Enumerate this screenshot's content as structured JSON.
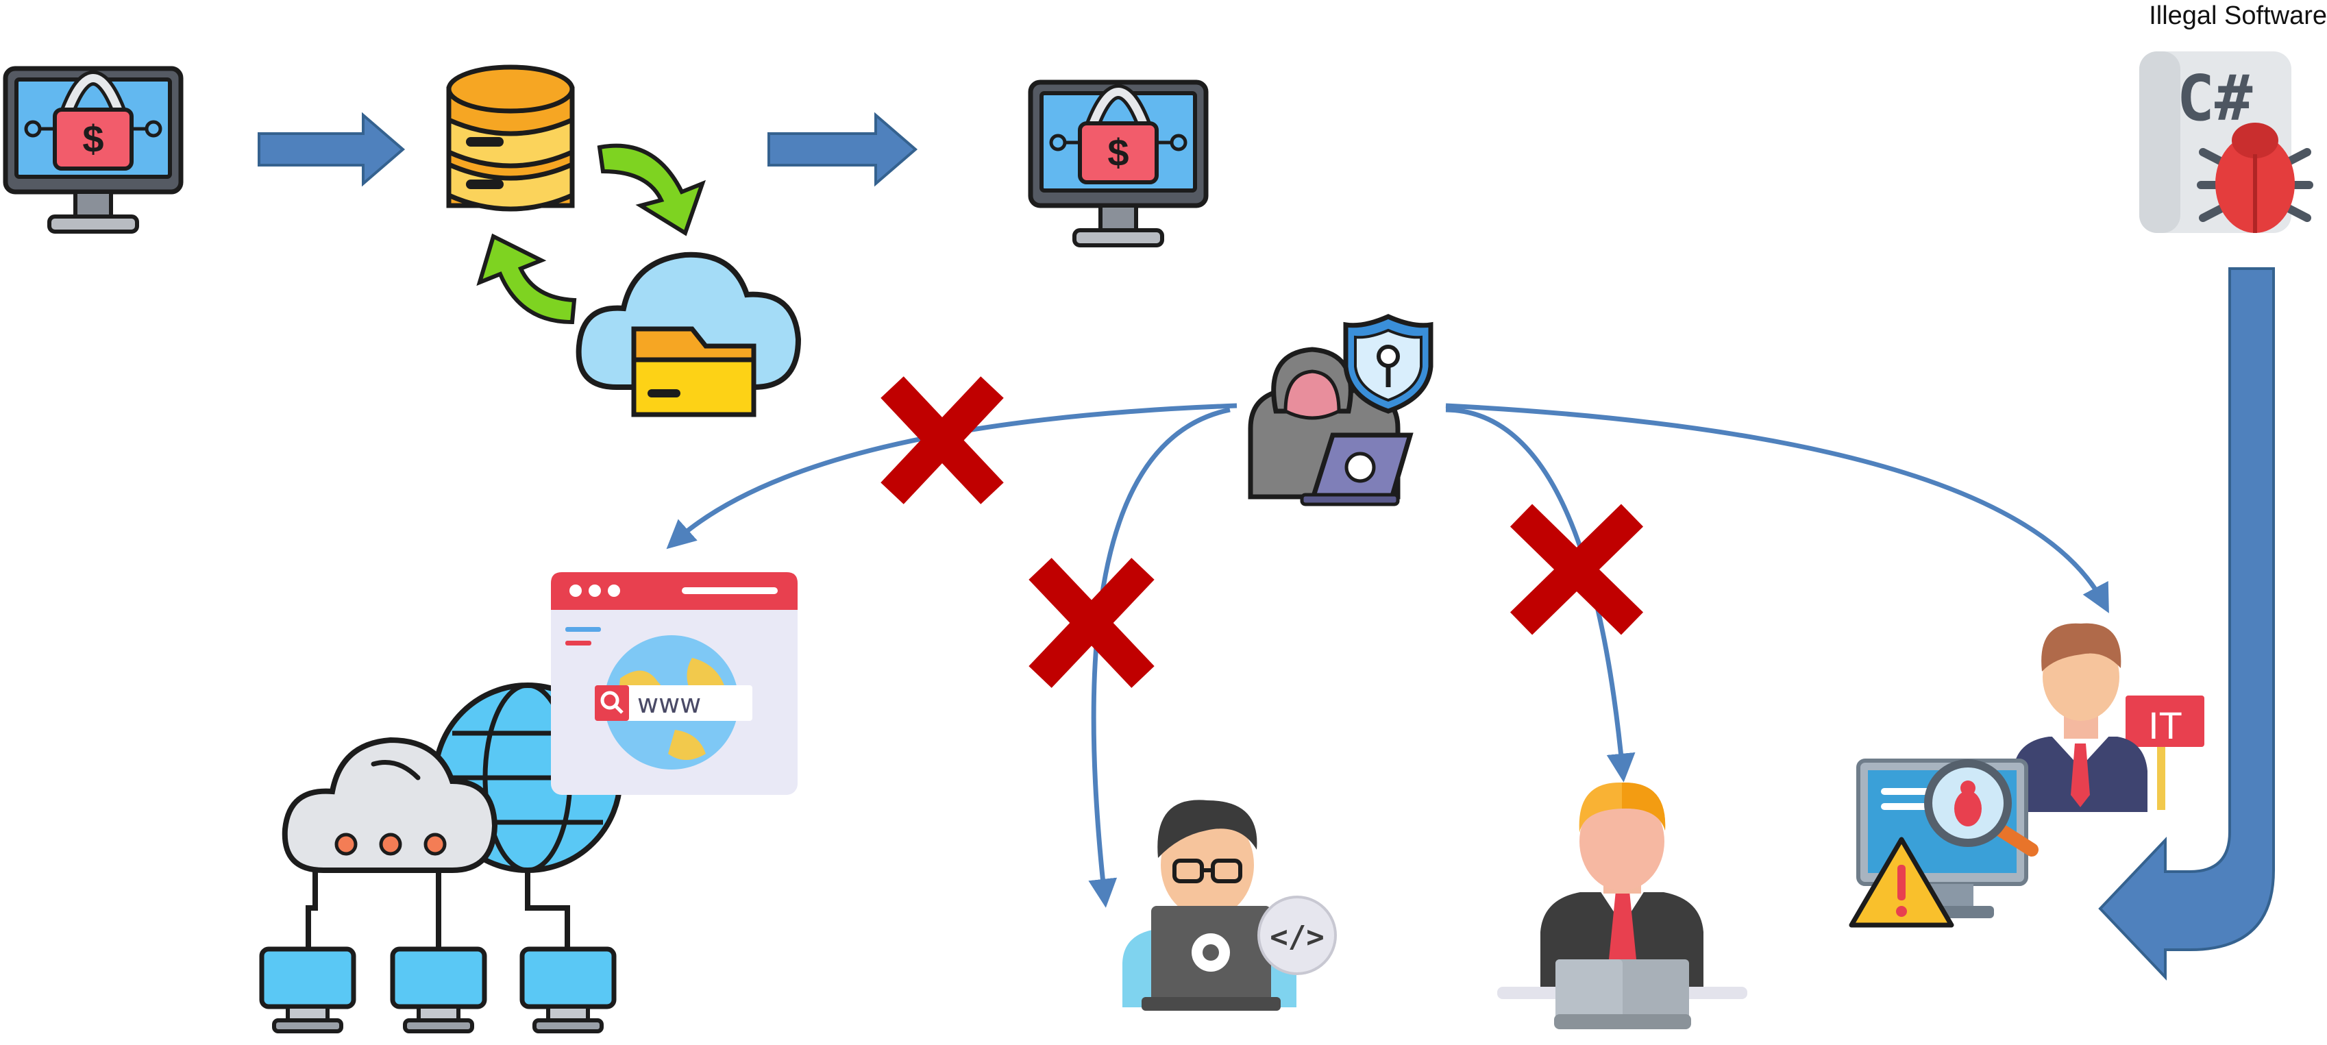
{
  "caption": {
    "text": "Illegal Software"
  },
  "icons": {
    "monitor_source": "ransomware-monitor-icon",
    "database": "database-backup-icon",
    "cloud_folder": "cloud-folder-icon",
    "monitor_target": "ransomware-monitor-icon",
    "illegal_software": "csharp-bug-file-icon",
    "hacker": "hacker-laptop-icon",
    "shield": "shield-keyhole-icon",
    "browser": "browser-www-icon",
    "network": "cloud-network-icon",
    "developer": "developer-icon",
    "manager": "manager-icon",
    "it_support": "it-support-icon"
  },
  "code_glyphs": {
    "csharp": "C#",
    "code": "</>",
    "www": "www",
    "it": "IT",
    "dollar": "$"
  },
  "colors": {
    "arrow_blue": "#4f81bd",
    "arrow_outline": "#35628f",
    "cross_red": "#c00000",
    "green": "#7ed321",
    "outline": "#1c1c1c",
    "screen_blue": "#62b8f0",
    "lock_red": "#f25c6b",
    "db_orange": "#f6a623",
    "db_yellow": "#fbd35b",
    "folder_yellow": "#fdd216",
    "cloud_blue": "#a4dcf7"
  }
}
